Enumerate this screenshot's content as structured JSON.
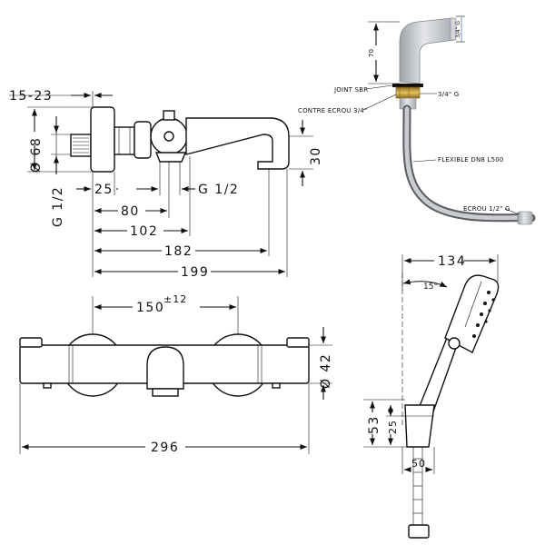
{
  "mixer_side": {
    "dim_top": "15-23",
    "dim_diameter": "Ø 68",
    "dim_thread_left": "G 1/2",
    "dim_25": "25",
    "dim_thread_right": "G 1/2",
    "dim_80": "80",
    "dim_102": "102",
    "dim_182": "182",
    "dim_199": "199",
    "dim_30": "30"
  },
  "mixer_front": {
    "dim_center": "150",
    "dim_tolerance": "±12",
    "dim_width": "296",
    "dim_diameter": "Ø 42"
  },
  "hose": {
    "dim_70": "70",
    "dim_thread_top": "3/4\" G",
    "label_joint": "JOINT SBR",
    "label_contre": "CONTRE ECROU 3/4\"",
    "label_thread": "3/4\" G",
    "label_flexible": "FLEXIBLE DN8 L500",
    "label_ecrou": "ECROU 1/2\" G"
  },
  "handshower": {
    "dim_134": "134",
    "dim_angle": "15°",
    "dim_53": "53",
    "dim_25": "25",
    "dim_50": "50"
  }
}
